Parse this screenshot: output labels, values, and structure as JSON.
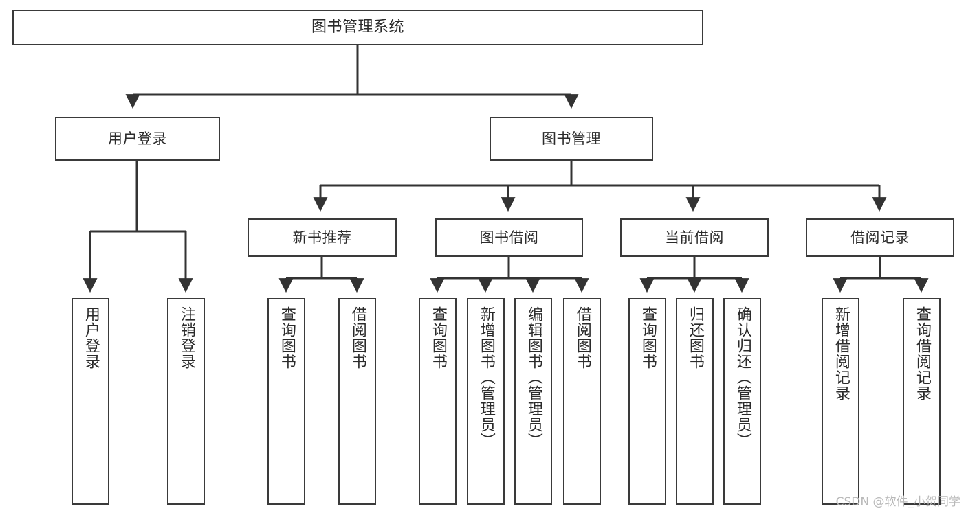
{
  "diagram": {
    "title": "图书管理系统",
    "type": "tree-hierarchy-chart",
    "orientation": "top-down",
    "colors": {
      "box_border": "#3a3a3a",
      "box_fill": "#ffffff",
      "text": "#2b2b2b",
      "edge": "#333333",
      "background": "#ffffff",
      "watermark": "#b9b9b9"
    }
  },
  "watermark": {
    "text": "CSDN @软件_小贺同学"
  },
  "nodes": {
    "root": {
      "label": "图书管理系统"
    },
    "level2": [
      {
        "label": "用户登录"
      },
      {
        "label": "图书管理"
      }
    ],
    "level3": [
      {
        "label": "新书推荐"
      },
      {
        "label": "图书借阅"
      },
      {
        "label": "当前借阅"
      },
      {
        "label": "借阅记录"
      }
    ],
    "leaves": {
      "user_login": [
        {
          "label": "用户登录"
        },
        {
          "label": "注销登录"
        }
      ],
      "new_book_recommend": [
        {
          "label": "查询图书"
        },
        {
          "label": "借阅图书"
        }
      ],
      "book_borrow": [
        {
          "label": "查询图书"
        },
        {
          "label": "新增图书（管理员）"
        },
        {
          "label": "编辑图书（管理员）"
        },
        {
          "label": "借阅图书"
        }
      ],
      "current_borrow": [
        {
          "label": "查询图书"
        },
        {
          "label": "归还图书"
        },
        {
          "label": "确认归还（管理员）"
        }
      ],
      "borrow_record": [
        {
          "label": "新增借阅记录"
        },
        {
          "label": "查询借阅记录"
        }
      ]
    }
  }
}
